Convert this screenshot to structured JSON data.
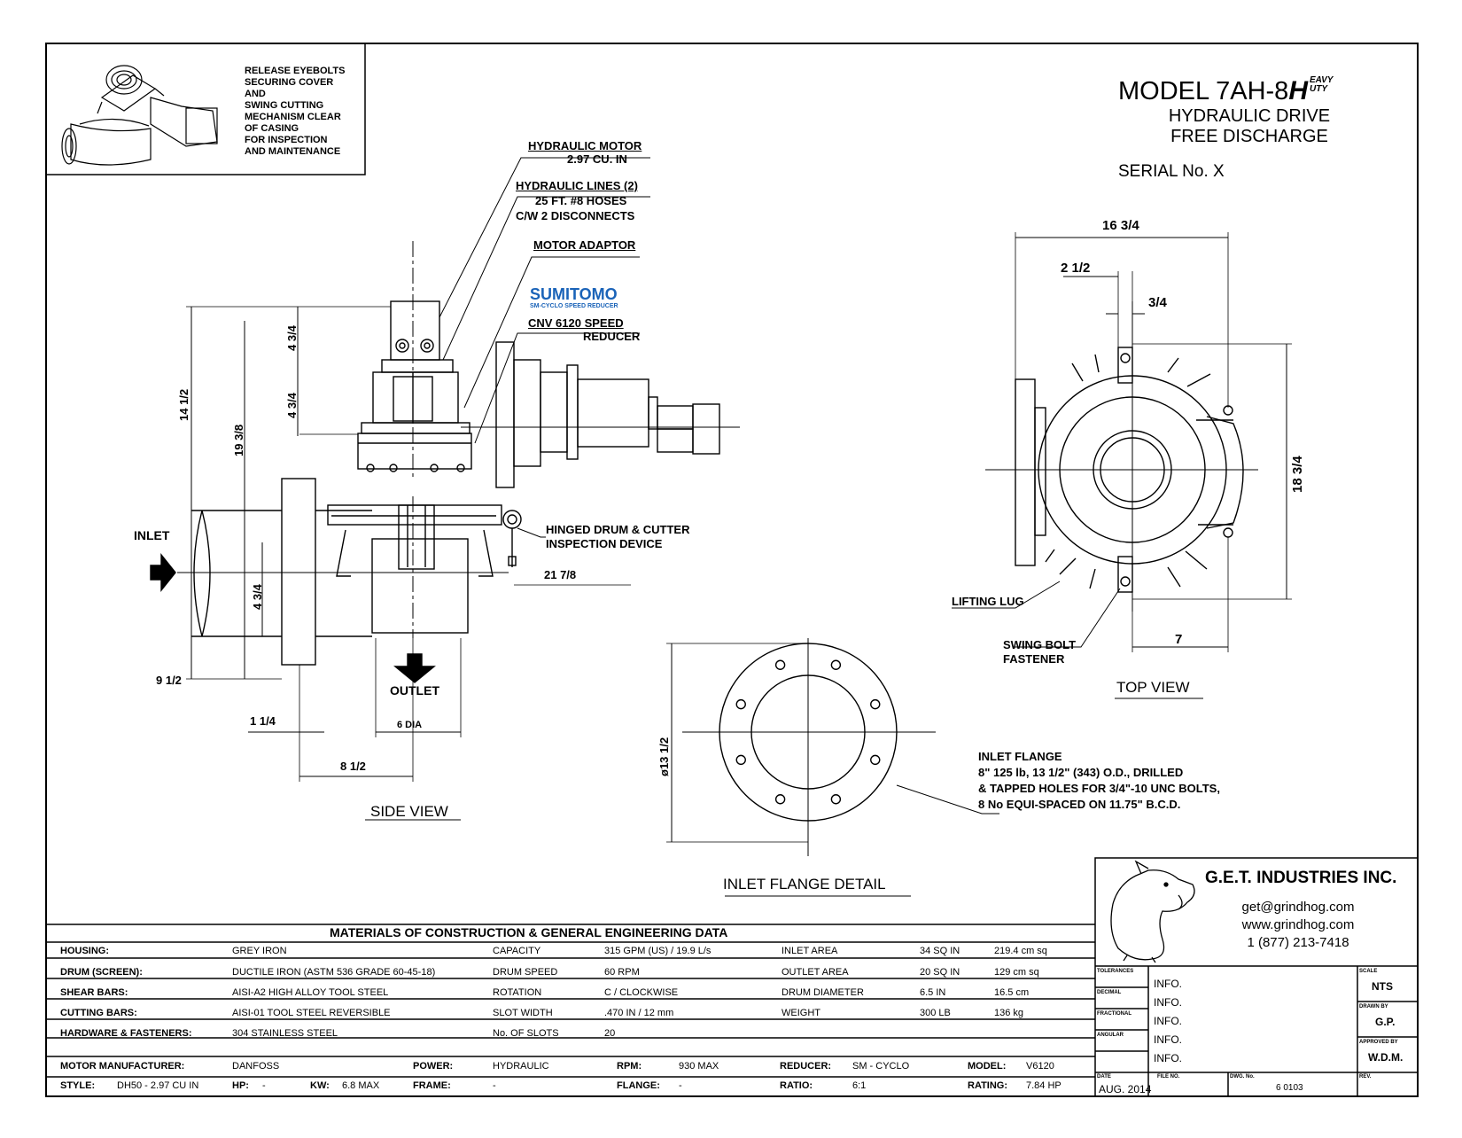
{
  "header": {
    "model_prefix": "MODEL 7AH-8",
    "hd_mark": "H",
    "hd_suffix_top": "EAVY",
    "hd_suffix_bottom": "UTY",
    "subtitle_1": "HYDRAULIC DRIVE",
    "subtitle_2": "FREE DISCHARGE",
    "serial": "SERIAL No. X"
  },
  "maintenance_note": [
    "RELEASE EYEBOLTS",
    "SECURING COVER",
    "AND",
    "SWING CUTTING",
    "MECHANISM CLEAR",
    "OF CASING",
    "FOR INSPECTION",
    "AND MAINTENANCE"
  ],
  "side_view": {
    "title": "SIDE VIEW",
    "motor_1": "HYDRAULIC MOTOR",
    "motor_2": "2.97 CU. IN",
    "lines_1": "HYDRAULIC LINES (2)",
    "lines_2": "25 FT. #8 HOSES",
    "lines_3": "C/W 2 DISCONNECTS",
    "adaptor": "MOTOR ADAPTOR",
    "brand": "SUMITOMO",
    "brand_sub": "SM-CYCLO SPEED REDUCER",
    "reducer_1": "CNV 6120 SPEED",
    "reducer_2": "REDUCER",
    "hinged_1": "HINGED DRUM & CUTTER",
    "hinged_2": "INSPECTION DEVICE",
    "inlet": "INLET",
    "outlet": "OUTLET",
    "dim_21_78": "21 7/8",
    "dim_14_12": "14 1/2",
    "dim_19_38": "19 3/8",
    "dim_4_34_a": "4 3/4",
    "dim_4_34_b": "4 3/4",
    "dim_4_34_c": "4 3/4",
    "dim_9_12": "9 1/2",
    "dim_1_14": "1 1/4",
    "dim_6_dia": "6 DIA",
    "dim_8_12": "8 1/2"
  },
  "top_view": {
    "title": "TOP VIEW",
    "dim_16_34": "16 3/4",
    "dim_2_12": "2 1/2",
    "dim_3_4": "3/4",
    "dim_18_34": "18 3/4",
    "dim_7": "7",
    "lifting_lug": "LIFTING LUG",
    "swing_bolt_1": "SWING BOLT",
    "swing_bolt_2": "FASTENER"
  },
  "inlet_flange": {
    "title": "INLET FLANGE DETAIL",
    "dim_od": "ø13 1/2",
    "note_1": "INLET FLANGE",
    "note_2": "8\" 125 lb, 13 1/2\" (343) O.D., DRILLED",
    "note_3": "& TAPPED HOLES FOR 3/4\"-10 UNC BOLTS,",
    "note_4": "8 No EQUI-SPACED ON 11.75\" B.C.D."
  },
  "company": {
    "name": "G.E.T. INDUSTRIES INC.",
    "email": "get@grindhog.com",
    "web": "www.grindhog.com",
    "phone": "1 (877) 213-7418"
  },
  "materials": {
    "title": "MATERIALS OF CONSTRUCTION & GENERAL  ENGINEERING  DATA",
    "rows": [
      {
        "label": "HOUSING:",
        "value": "GREY IRON",
        "p_label": "CAPACITY",
        "p_value": "315 GPM (US) / 19.9 L/s",
        "q_label": "INLET  AREA",
        "q_v1": "34 SQ IN",
        "q_v2": "219.4 cm sq"
      },
      {
        "label": "DRUM (SCREEN):",
        "value": "DUCTILE IRON (ASTM 536 GRADE 60-45-18)",
        "p_label": "DRUM  SPEED",
        "p_value": "60 RPM",
        "q_label": "OUTLET  AREA",
        "q_v1": "20 SQ IN",
        "q_v2": "129 cm sq"
      },
      {
        "label": "SHEAR BARS:",
        "value": "AISI-A2 HIGH ALLOY TOOL STEEL",
        "p_label": "ROTATION",
        "p_value": "C / CLOCKWISE",
        "q_label": "DRUM  DIAMETER",
        "q_v1": "6.5 IN",
        "q_v2": "16.5 cm"
      },
      {
        "label": "CUTTING BARS:",
        "value": "AISI-01 TOOL STEEL REVERSIBLE",
        "p_label": "SLOT  WIDTH",
        "p_value": ".470 IN / 12 mm",
        "q_label": "WEIGHT",
        "q_v1": "300 LB",
        "q_v2": "136 kg"
      },
      {
        "label": "HARDWARE & FASTENERS:",
        "value": "304 STAINLESS STEEL",
        "p_label": "No. OF SLOTS",
        "p_value": "20",
        "q_label": "",
        "q_v1": "",
        "q_v2": ""
      }
    ],
    "motor_row": {
      "mfr_label": "MOTOR MANUFACTURER:",
      "mfr": "DANFOSS",
      "power_label": "POWER:",
      "power": "HYDRAULIC",
      "rpm_label": "RPM:",
      "rpm": "930 MAX",
      "reducer_label": "REDUCER:",
      "reducer": "SM - CYCLO",
      "model_label": "MODEL:",
      "model": "V6120"
    },
    "style_row": {
      "style_label": "STYLE:",
      "style": "DH50 - 2.97 CU IN",
      "hp_label": "HP:",
      "hp": "-",
      "kw_label": "KW:",
      "kw": "6.8 MAX",
      "frame_label": "FRAME:",
      "frame": "-",
      "flange_label": "FLANGE:",
      "flange": "-",
      "ratio_label": "RATIO:",
      "ratio": "6:1",
      "rating_label": "RATING:",
      "rating": "7.84 HP"
    }
  },
  "title_block": {
    "tolerances": "TOLERANCES",
    "decimal": "DECIMAL",
    "fractional": "FRACTIONAL",
    "angular": "ANGULAR",
    "info": [
      "INFO.",
      "INFO.",
      "INFO.",
      "INFO.",
      "INFO."
    ],
    "scale_label": "SCALE",
    "scale": "NTS",
    "drawn_label": "DRAWN BY",
    "drawn": "G.P.",
    "approved_label": "APPROVED BY",
    "approved": "W.D.M.",
    "date_label": "DATE",
    "date": "AUG. 2014",
    "file_label": "FILE NO.",
    "dwg_label": "DWG. No.",
    "dwg": "6 0103",
    "rev_label": "REV."
  }
}
